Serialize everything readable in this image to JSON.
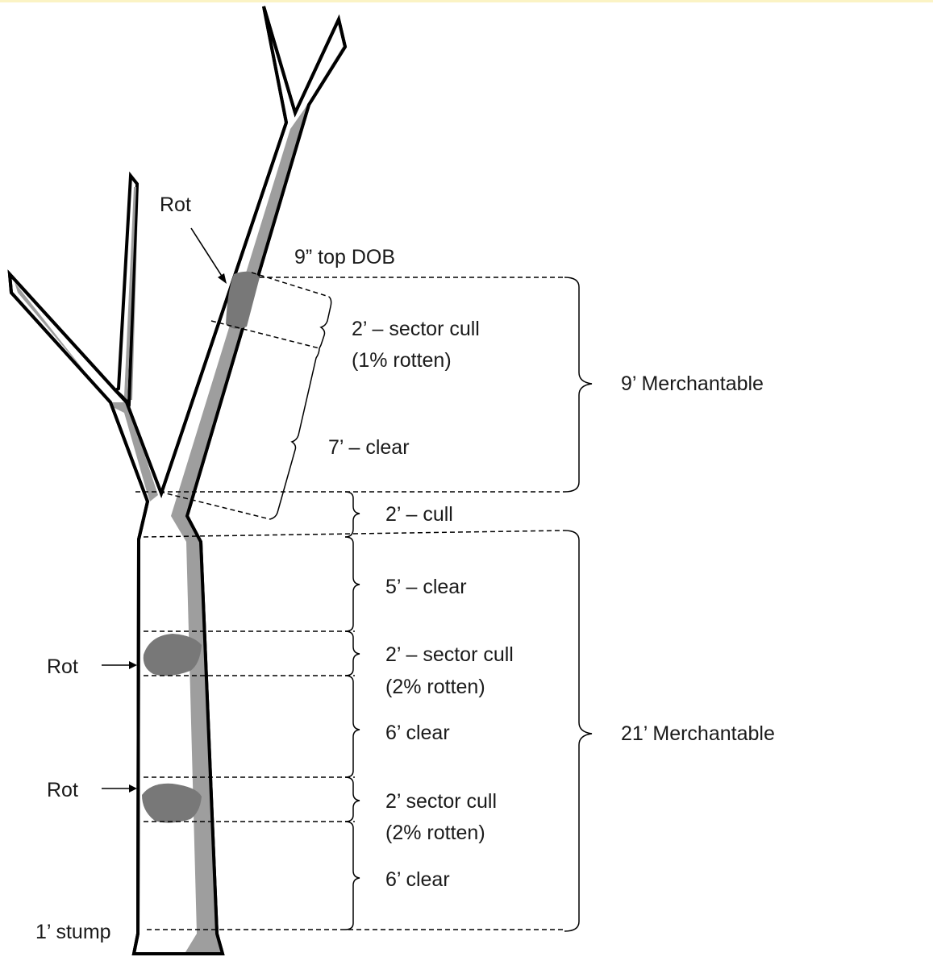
{
  "labels": {
    "rot_upper": "Rot",
    "top_dob": "9” top DOB",
    "sector_cull_upper": "2’ – sector cull",
    "sector_cull_upper_pct": "(1% rotten)",
    "clear_upper": "7’ – clear",
    "merch_upper": "9’ Merchantable",
    "cull_middle": "2’ – cull",
    "clear_5": "5’ – clear",
    "rot_middle": "Rot",
    "sector_cull_middle": "2’ – sector cull",
    "sector_cull_middle_pct": "(2% rotten)",
    "clear_6_upper": "6’ clear",
    "merch_lower": "21’ Merchantable",
    "rot_lower": "Rot",
    "sector_cull_lower": "2’ sector cull",
    "sector_cull_lower_pct": "(2% rotten)",
    "clear_6_lower": "6’ clear",
    "stump": "1’ stump"
  },
  "colors": {
    "background": "#ffffff",
    "outline": "#000000",
    "shading": "#9e9e9e",
    "rot": "#787878",
    "top_border": "#fbf3c4"
  }
}
